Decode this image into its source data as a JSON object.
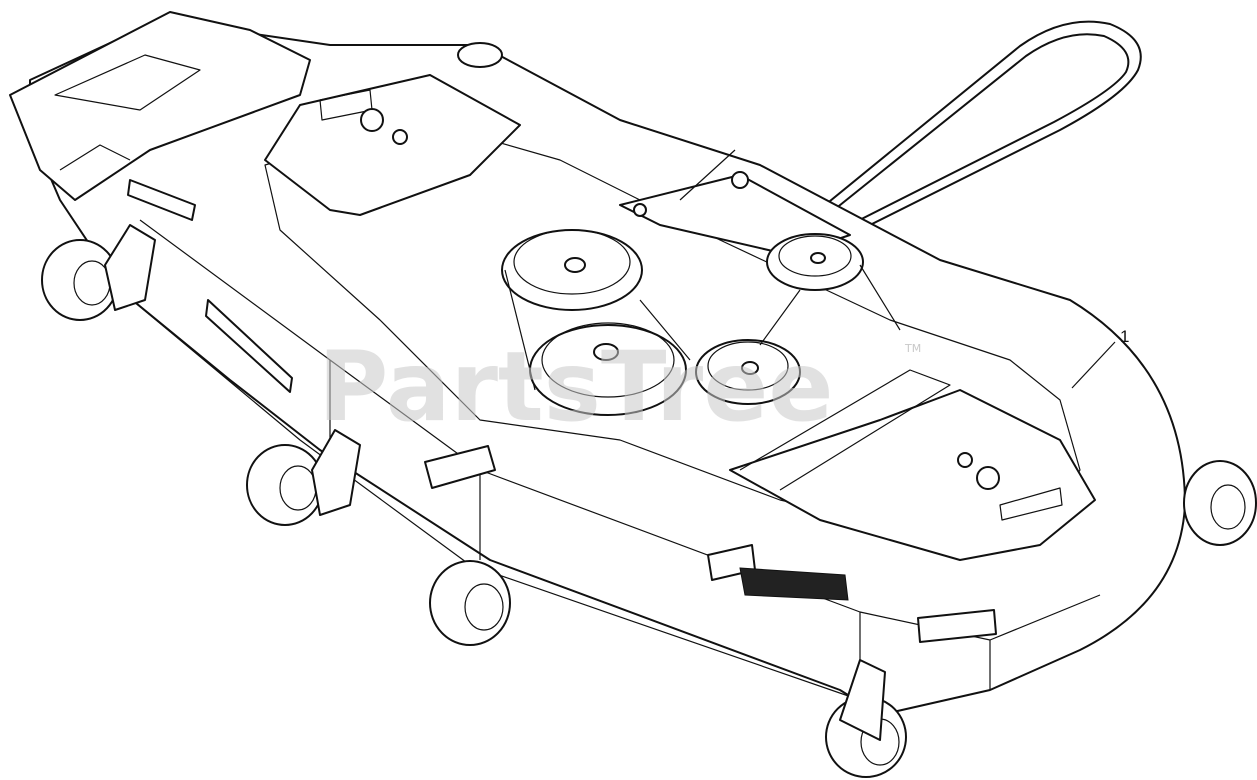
{
  "watermark": {
    "text": "PartsTree",
    "trademark": "TM"
  },
  "callouts": [
    {
      "label": "1"
    }
  ],
  "icons": {
    "deck": "mower-deck-assembly",
    "belt": "drive-belt",
    "pulley": "spindle-pulley",
    "wheel": "anti-scalp-wheel",
    "decal": "warning-decal"
  },
  "colors": {
    "line": "#111111",
    "watermark": "#c9c9c9",
    "background": "#ffffff"
  }
}
